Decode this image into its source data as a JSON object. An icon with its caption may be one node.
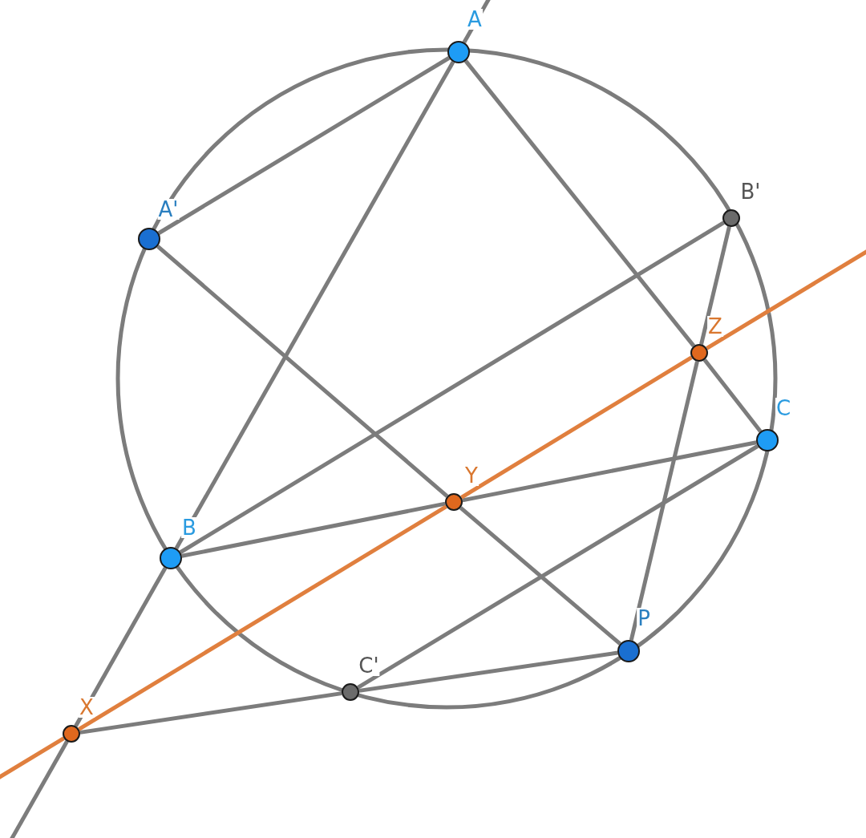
{
  "diagram": {
    "nodes": [
      {
        "text": [],
        "shape": "circle",
        "beside": [
          "A"
        ]
      },
      {
        "text": [],
        "shape": "circle",
        "beside": [
          "B'"
        ]
      },
      {
        "text": [],
        "shape": "circle",
        "beside": [
          "A'"
        ]
      },
      {
        "text": [],
        "shape": "circle",
        "beside": [
          "Z"
        ]
      },
      {
        "text": [],
        "shape": "circle",
        "beside": [
          "C"
        ]
      },
      {
        "text": [],
        "shape": "circle",
        "beside": [
          "Y"
        ]
      },
      {
        "text": [],
        "shape": "circle",
        "beside": [
          "B"
        ]
      },
      {
        "text": [],
        "shape": "circle",
        "beside": [
          "P"
        ]
      },
      {
        "text": [],
        "shape": "circle",
        "beside": [
          "C'"
        ]
      },
      {
        "text": [],
        "shape": "circle",
        "beside": [
          "X"
        ]
      }
    ],
    "edges": [
      {
        "from": 0,
        "to": 2,
        "arrow": "none"
      },
      {
        "from": 0,
        "to": 6,
        "arrow": "none"
      },
      {
        "from": 0,
        "to": 3,
        "arrow": "none"
      },
      {
        "from": 3,
        "to": 4,
        "arrow": "none"
      },
      {
        "from": 2,
        "to": 5,
        "arrow": "none"
      },
      {
        "from": 5,
        "to": 7,
        "arrow": "none"
      },
      {
        "from": 1,
        "to": 6,
        "arrow": "none"
      },
      {
        "from": 1,
        "to": 3,
        "arrow": "none"
      },
      {
        "from": 3,
        "to": 7,
        "arrow": "none"
      },
      {
        "from": 6,
        "to": 5,
        "arrow": "none"
      },
      {
        "from": 5,
        "to": 4,
        "arrow": "none"
      },
      {
        "from": 4,
        "to": 8,
        "arrow": "none"
      },
      {
        "from": 8,
        "to": 7,
        "arrow": "none"
      },
      {
        "from": 8,
        "to": 9,
        "arrow": "none"
      },
      {
        "from": 6,
        "to": 9,
        "arrow": "none"
      },
      {
        "from": 0,
        "to": null,
        "arrow": "none"
      },
      {
        "from": 9,
        "to": null,
        "arrow": "none"
      },
      {
        "from": 9,
        "to": 5,
        "arrow": "none",
        "color": "#e07f3e"
      },
      {
        "from": 5,
        "to": 3,
        "arrow": "none",
        "color": "#e07f3e"
      },
      {
        "from": 9,
        "to": null,
        "arrow": "none",
        "color": "#e07f3e"
      },
      {
        "from": 3,
        "to": null,
        "arrow": "none",
        "color": "#e07f3e"
      }
    ]
  }
}
